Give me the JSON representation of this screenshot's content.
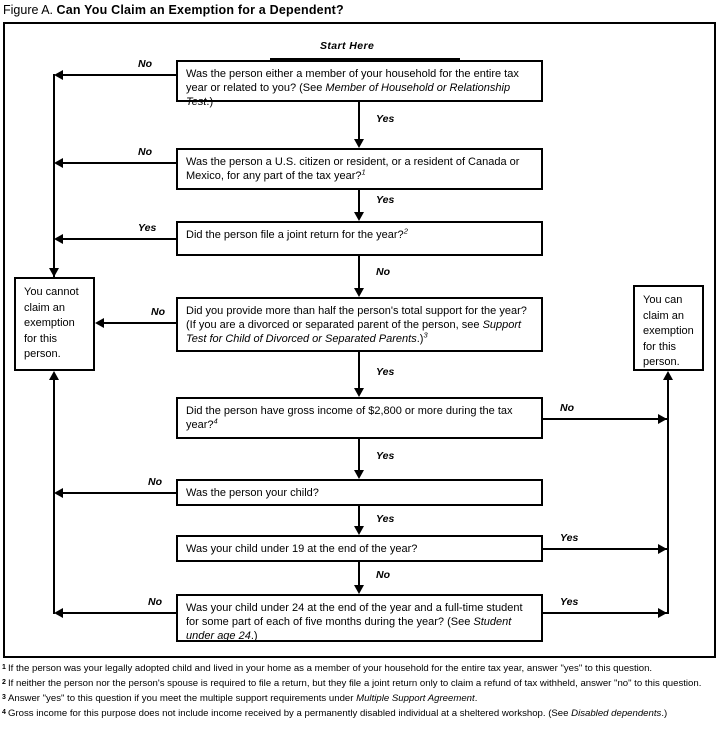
{
  "figure": {
    "label": "Figure A.",
    "headline": "Can You Claim an Exemption for a Dependent?",
    "start_label": "Start Here"
  },
  "nodes": {
    "q1": {
      "name": "member-of-household-question",
      "text_parts": [
        {
          "t": "Was the person either a member of your household for the entire tax year or related to you? (See ",
          "style": "normal"
        },
        {
          "t": "Member of Household or Relationship Test",
          "style": "italic"
        },
        {
          "t": ".)",
          "style": "normal"
        }
      ]
    },
    "q2": {
      "name": "citizen-resident-question",
      "text_parts": [
        {
          "t": "Was the person a U.S. citizen or resident, or a resident of Canada or Mexico, for any part of the tax year?",
          "style": "normal"
        },
        {
          "t": "1",
          "style": "sup"
        }
      ]
    },
    "q3": {
      "name": "joint-return-question",
      "text_parts": [
        {
          "t": "Did the person file a joint return for the year?",
          "style": "normal"
        },
        {
          "t": "2",
          "style": "sup"
        }
      ]
    },
    "q4": {
      "name": "support-test-question",
      "text_parts": [
        {
          "t": "Did you provide more than half the person's total support for the year? (If you are a divorced or separated parent of the person, see ",
          "style": "normal"
        },
        {
          "t": "Support Test for Child of Divorced or Separated Parents",
          "style": "italic"
        },
        {
          "t": ".)",
          "style": "normal"
        },
        {
          "t": "3",
          "style": "sup"
        }
      ]
    },
    "q5": {
      "name": "gross-income-question",
      "text_parts": [
        {
          "t": "Did the person have gross income of $2,800 or more during the tax year?",
          "style": "normal"
        },
        {
          "t": "4",
          "style": "sup"
        }
      ]
    },
    "q6": {
      "name": "was-person-your-child-question",
      "text_parts": [
        {
          "t": "Was the person your child?",
          "style": "normal"
        }
      ]
    },
    "q7": {
      "name": "child-under-19-question",
      "text_parts": [
        {
          "t": "Was your child under 19 at the end of the year?",
          "style": "normal"
        }
      ]
    },
    "q8": {
      "name": "child-under-24-student-question",
      "text_parts": [
        {
          "t": "Was your child under 24 at the end of the year and a full-time student for some part of each of five months during the year? (See ",
          "style": "normal"
        },
        {
          "t": "Student under age 24",
          "style": "italic"
        },
        {
          "t": ".)",
          "style": "normal"
        }
      ]
    },
    "cannot": {
      "name": "cannot-claim-exemption-outcome",
      "text_parts": [
        {
          "t": "You cannot claim an exemption for this person.",
          "style": "normal"
        }
      ]
    },
    "can": {
      "name": "can-claim-exemption-outcome",
      "text_parts": [
        {
          "t": "You can claim an exemption for this person.",
          "style": "normal"
        }
      ]
    }
  },
  "edge_labels": {
    "q1_no": "No",
    "q1_yes": "Yes",
    "q2_no": "No",
    "q2_yes": "Yes",
    "q3_yes": "Yes",
    "q3_no": "No",
    "q4_no": "No",
    "q4_yes": "Yes",
    "q5_no": "No",
    "q5_yes": "Yes",
    "q6_no": "No",
    "q6_yes": "Yes",
    "q7_yes": "Yes",
    "q7_no": "No",
    "q8_no": "No",
    "q8_yes": "Yes"
  },
  "footnotes": [
    {
      "mark": "1",
      "parts": [
        {
          "t": "If the person was your legally adopted child and lived in your home as a member of your household for the entire tax year, answer \"yes\" to this question.",
          "style": "normal"
        }
      ]
    },
    {
      "mark": "2",
      "parts": [
        {
          "t": "If neither the person nor the person's spouse is required to file a return, but they file a joint return only to claim a refund of tax withheld, answer \"no\" to this question.",
          "style": "normal"
        }
      ]
    },
    {
      "mark": "3",
      "parts": [
        {
          "t": "Answer \"yes\" to this question if you meet the multiple support requirements under ",
          "style": "normal"
        },
        {
          "t": "Multiple Support Agreement",
          "style": "italic"
        },
        {
          "t": ".",
          "style": "normal"
        }
      ]
    },
    {
      "mark": "4",
      "parts": [
        {
          "t": "Gross income for this purpose does not include income received by a permanently disabled individual at a sheltered workshop. (See ",
          "style": "normal"
        },
        {
          "t": "Disabled dependents",
          "style": "italic"
        },
        {
          "t": ".)",
          "style": "normal"
        }
      ]
    }
  ]
}
